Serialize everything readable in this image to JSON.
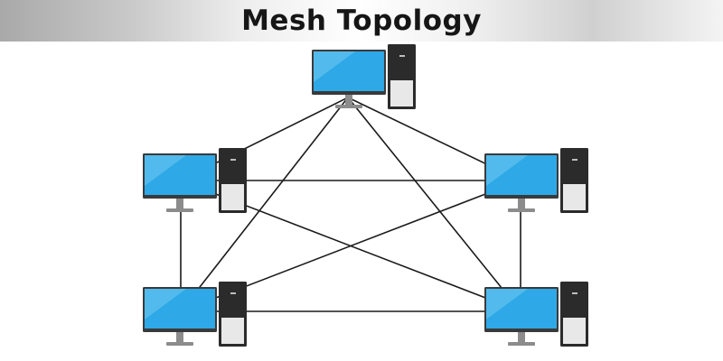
{
  "title": "Mesh Topology",
  "colors": {
    "screen": "#2ea8e6",
    "screen_highlight": "#7fd0f5",
    "monitor_frame": "#3a3a3a",
    "stand": "#8c8c8c",
    "tower_top": "#2b2b2b",
    "tower_bottom": "#e8e8e8",
    "link": "#1a1a1a"
  },
  "icons": {
    "computer": "desktop-computer-icon",
    "tower": "pc-tower-icon"
  },
  "nodes": [
    {
      "id": "top"
    },
    {
      "id": "left"
    },
    {
      "id": "right"
    },
    {
      "id": "bottom-left"
    },
    {
      "id": "bottom-right"
    }
  ],
  "links": [
    [
      "top",
      "left"
    ],
    [
      "top",
      "right"
    ],
    [
      "top",
      "bottom-left"
    ],
    [
      "top",
      "bottom-right"
    ],
    [
      "left",
      "right"
    ],
    [
      "left",
      "bottom-left"
    ],
    [
      "left",
      "bottom-right"
    ],
    [
      "right",
      "bottom-left"
    ],
    [
      "right",
      "bottom-right"
    ],
    [
      "bottom-left",
      "bottom-right"
    ]
  ]
}
